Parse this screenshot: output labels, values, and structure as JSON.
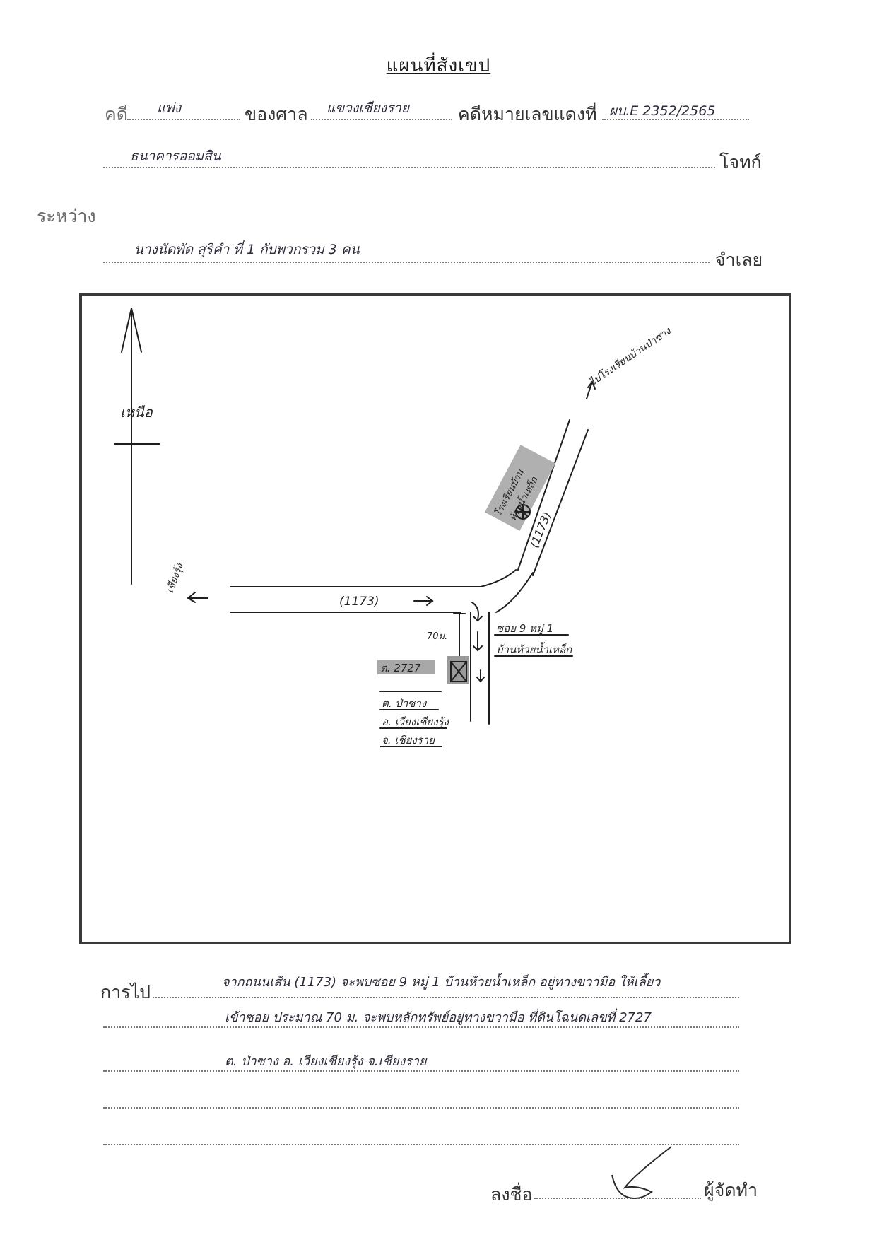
{
  "header": {
    "title": "แผนที่สังเขป",
    "case_label": "คดี",
    "case_value": "แพ่ง",
    "court_label": "ของศาล",
    "court_value": "แขวงเชียงราย",
    "red_case_label": "คดีหมายเลขแดงที่",
    "red_case_value": "ผบ.E 2352/2565",
    "plaintiff_value": "ธนาคารออมสิน",
    "plaintiff_label": "โจทก์",
    "between_label": "ระหว่าง",
    "defendant_value": "นางนัดพัด สุริคำ ที่ 1 กับพวกรวม 3 คน",
    "defendant_label": "จำเลย"
  },
  "map": {
    "north_label": "เหนือ",
    "to_market_label": "ไปโรงเรียนบ้านป่าซาง",
    "school_label_1": "โรงเรียนบ้าน",
    "school_label_2": "ห้วยน้ำเหล็ก",
    "to_town_label": "เชียงรุ้ง",
    "road_horizontal_label": "(1173)",
    "road_diagonal_label": "(1173)",
    "soi_label_1": "ซอย 9 หมู่ 1",
    "soi_label_2": "บ้านห้วยน้ำเหล็ก",
    "distance_label": "70ม.",
    "deed_label": "ต. 2727",
    "subdistrict_label": "ต. ป่าซาง",
    "district_label": "อ. เวียงเชียงรุ้ง",
    "province_label": "จ. เชียงราย"
  },
  "directions": {
    "label": "การไป",
    "line1": "จากถนนเส้น (1173) จะพบซอย 9 หมู่ 1 บ้านห้วยน้ำเหล็ก อยู่ทางขวามือ ให้เลี้ยว",
    "line2": "เข้าซอย ประมาณ 70 ม. จะพบหลักทรัพย์อยู่ทางขวามือ ที่ดินโฉนดเลขที่ 2727",
    "line3": "ต. ป่าซาง อ. เวียงเชียงรุ้ง จ.เชียงราย"
  },
  "signature": {
    "sign_label": "ลงชื่อ",
    "preparer_label": "ผู้จัดทำ"
  }
}
